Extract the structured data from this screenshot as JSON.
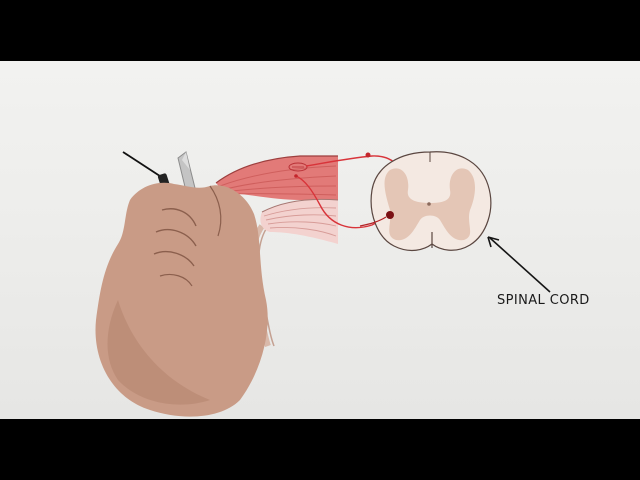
{
  "video": {
    "annotation": {
      "label": "SPINAL CORD"
    },
    "colors": {
      "background": "#ededeb",
      "letterbox": "#000000",
      "muscle": "#e27a78",
      "nerve": "#d8343a",
      "cord_white_matter": "#f4e9e2",
      "cord_grey_matter": "#e4c6b6",
      "skin": "#c79a84",
      "pen_body": "#b9b9b9"
    },
    "icons": [
      "spinal-cord-cross-section",
      "muscle",
      "nerve-fiber",
      "hand-with-pen",
      "arrow"
    ]
  }
}
